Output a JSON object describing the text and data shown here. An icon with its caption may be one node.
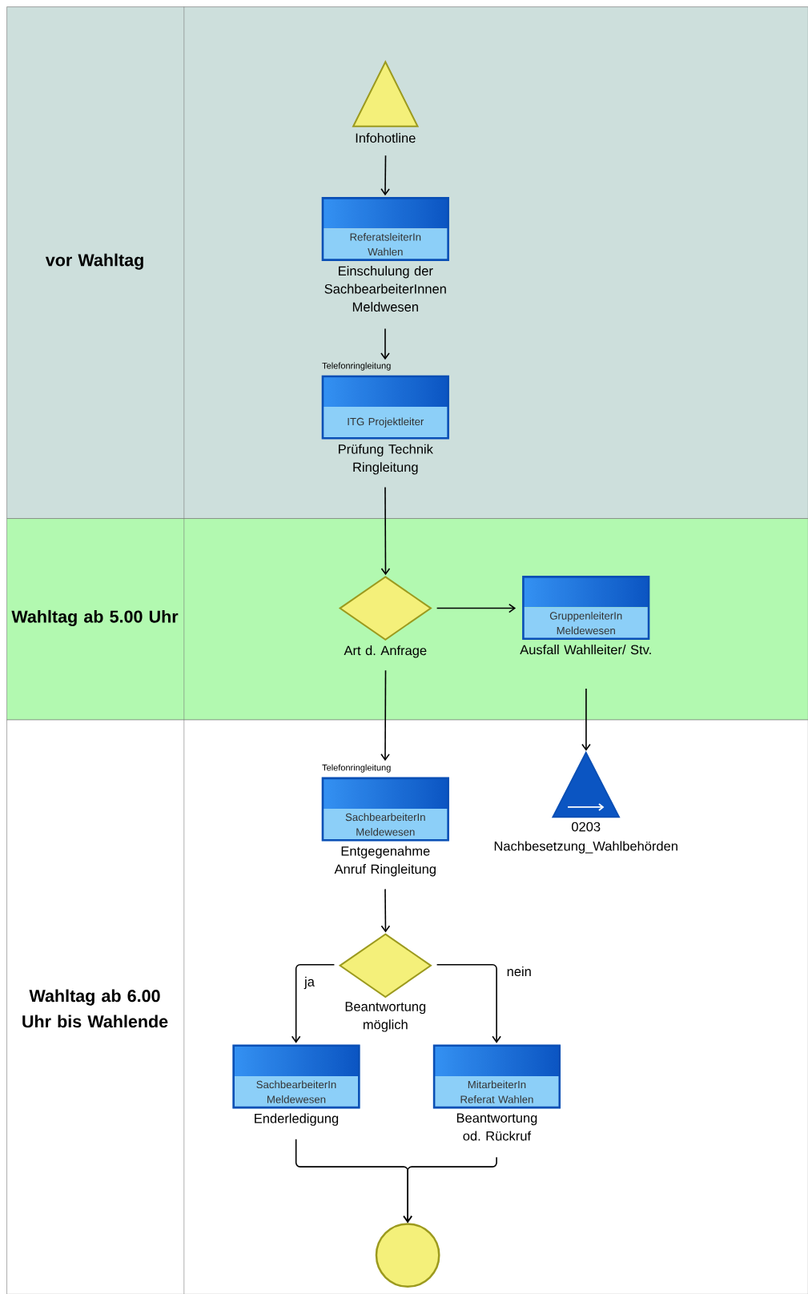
{
  "diagram": {
    "nodes": [
      {
        "text": [
          "vor Wahltag"
        ]
      },
      {
        "text": [
          "Wahltag ab 5.00 Uhr"
        ]
      },
      {
        "text": [
          "Wahltag ab 6.00 Uhr bis Wahlende"
        ]
      },
      {
        "text": [
          "Infohotline"
        ],
        "in": 0
      },
      {
        "text": [
          "ReferatsleiterIn Wahlen",
          "Einschulung der SachbearbeiterInnen Meldwesen"
        ],
        "in": 0
      },
      {
        "text": [
          "ITG Projektleiter",
          "Prüfung Technik Ringleitung"
        ],
        "beside": [
          "Telefonringleitung"
        ],
        "in": 0
      },
      {
        "text": [
          "Art d. Anfrage"
        ],
        "in": 1
      },
      {
        "text": [
          "GruppenleiterIn Meldewesen",
          "Ausfall Wahlleiter/ Stv."
        ],
        "in": 1
      },
      {
        "text": [
          "SachbearbeiterIn Meldewesen",
          "Entgegenahme Anruf Ringleitung"
        ],
        "beside": [
          "Telefonringleitung"
        ],
        "in": 2
      },
      {
        "text": [
          "0203",
          "Nachbesetzung_Wahlbehörden"
        ],
        "in": 2
      },
      {
        "text": [
          "Beantwortung möglich"
        ],
        "in": 2
      },
      {
        "text": [
          "SachbearbeiterIn Meldewesen",
          "Enderledigung"
        ],
        "in": 2
      },
      {
        "text": [
          "MitarbeiterIn Referat Wahlen",
          "Beantwortung od. Rückruf"
        ],
        "in": 2
      },
      {
        "text": [],
        "shape": "circle",
        "in": 2
      }
    ],
    "edges": [
      {
        "from": 3,
        "to": 4,
        "arrow": "to"
      },
      {
        "from": 4,
        "to": 5,
        "arrow": "to"
      },
      {
        "from": 5,
        "to": 6,
        "arrow": "to"
      },
      {
        "from": 6,
        "to": 7,
        "arrow": "to"
      },
      {
        "from": 6,
        "to": 8,
        "arrow": "to"
      },
      {
        "from": 7,
        "to": 9,
        "arrow": "to"
      },
      {
        "from": 8,
        "to": 10,
        "arrow": "to"
      },
      {
        "from": 10,
        "to": 11,
        "label": "ja",
        "arrow": "to"
      },
      {
        "from": 10,
        "to": 12,
        "label": "nein",
        "arrow": "to"
      },
      {
        "from": 11,
        "to": 13,
        "arrow": "to"
      },
      {
        "from": 12,
        "to": 13,
        "arrow": "to"
      }
    ]
  }
}
